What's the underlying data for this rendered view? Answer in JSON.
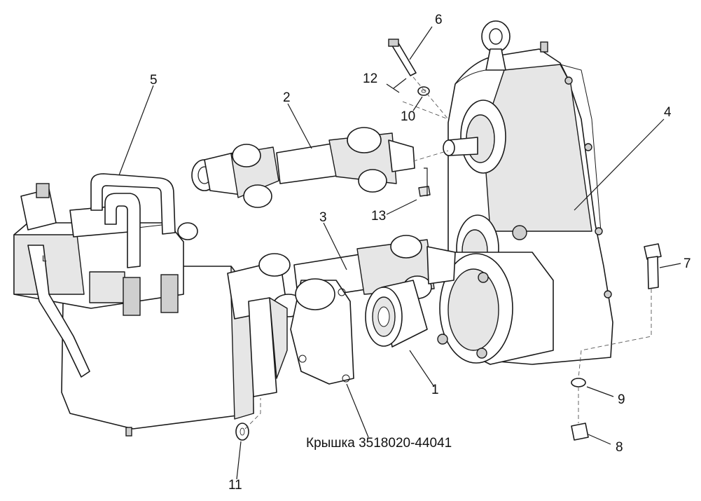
{
  "labels": {
    "l1": "1",
    "l2": "2",
    "l3": "3",
    "l4": "4",
    "l5": "5",
    "l6": "6",
    "l7": "7",
    "l8": "8",
    "l9": "9",
    "l10": "10",
    "l11": "11",
    "l12": "12",
    "l13": "13"
  },
  "caption": "Крышка 3518020-44041",
  "pump_marking": "L"
}
